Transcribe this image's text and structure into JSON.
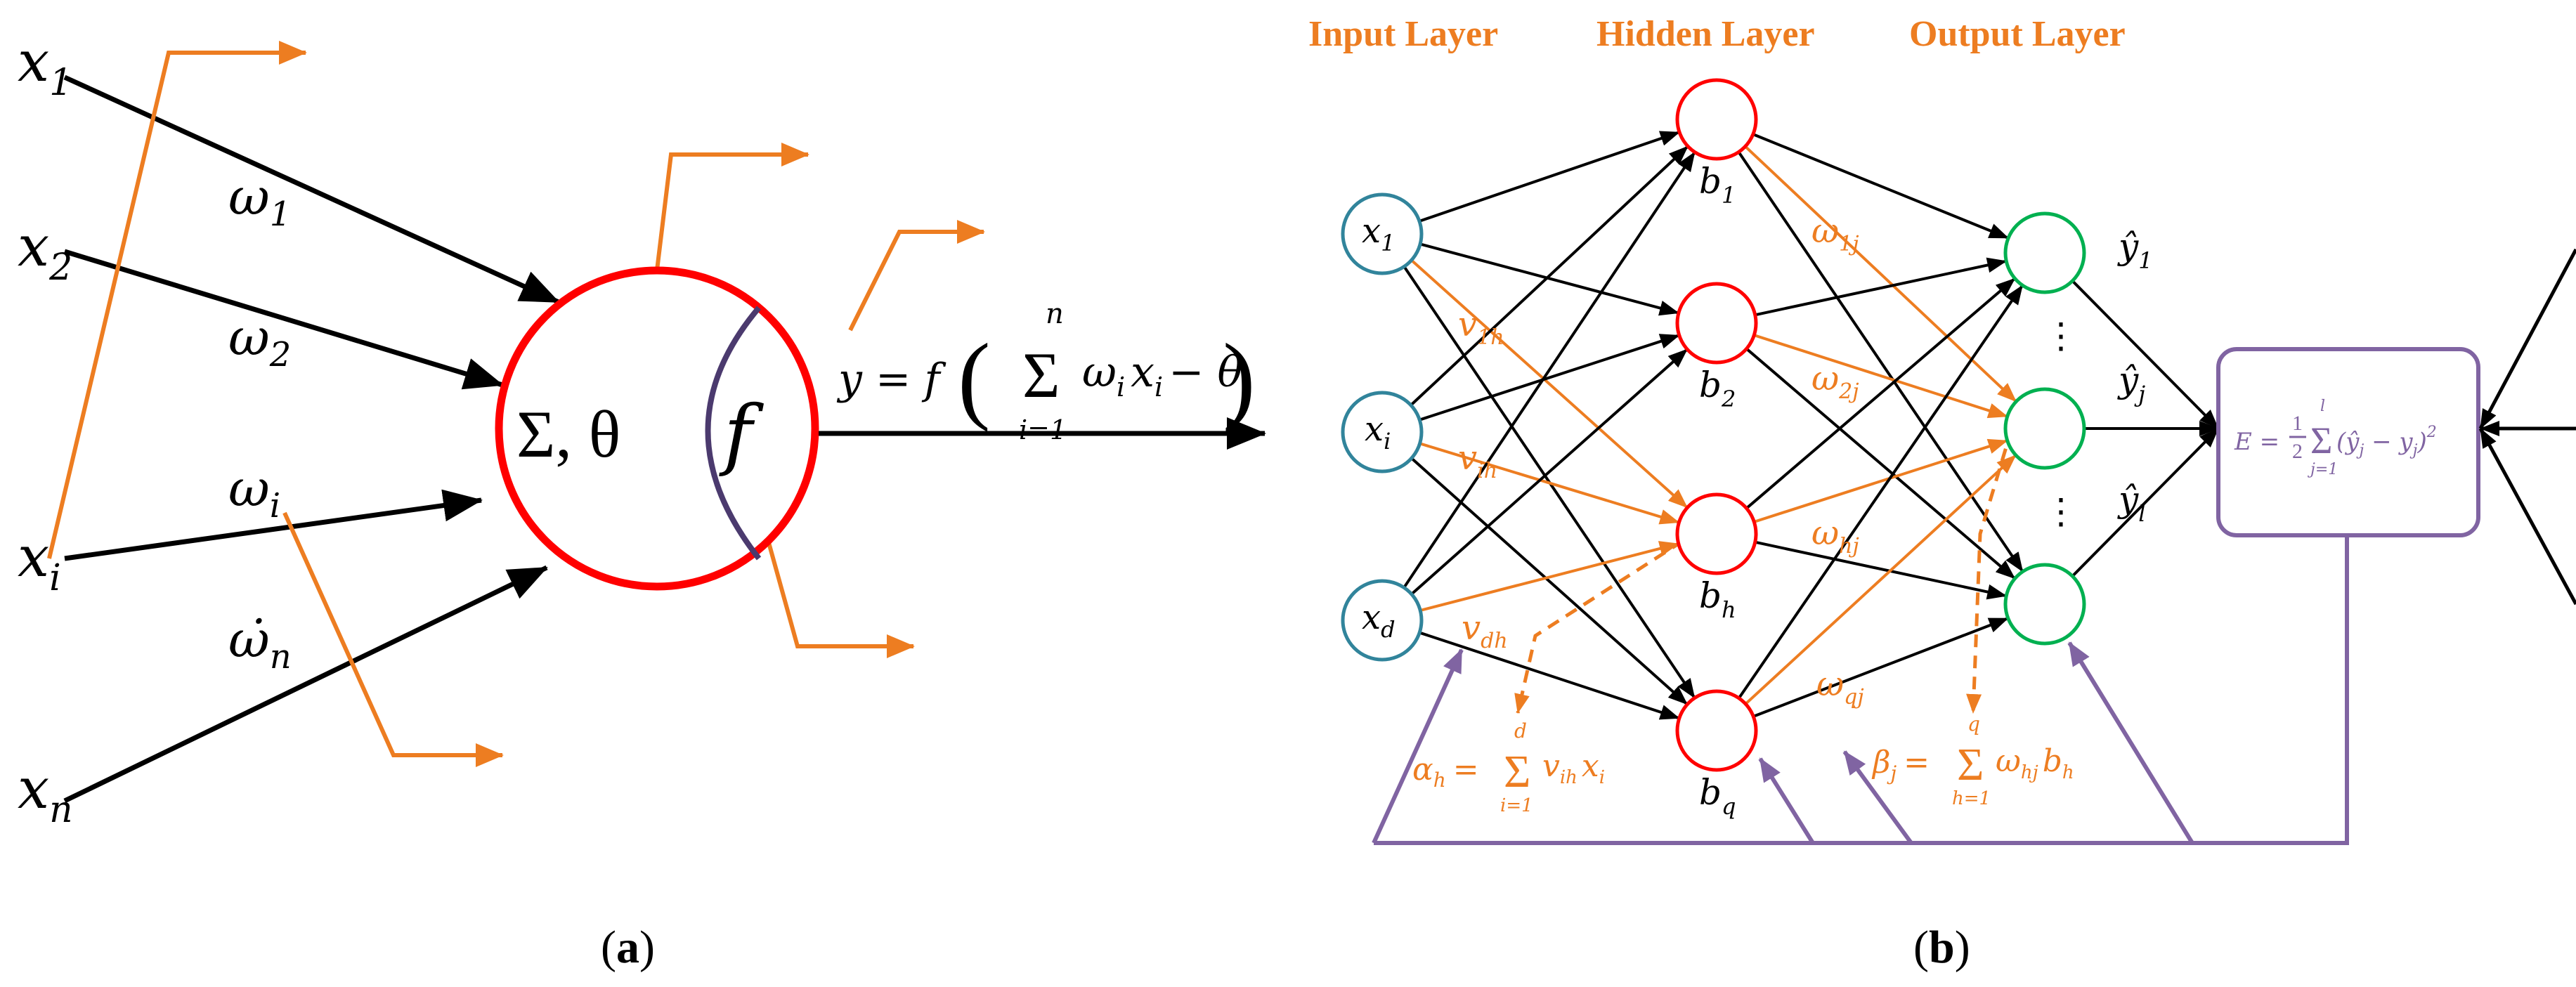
{
  "colors": {
    "orange": "#ED7D21",
    "red": "#FF0000",
    "purple": "#8064A2",
    "dark_purple": "#4B3A6E",
    "teal": "#31849B",
    "green": "#00B050",
    "black": "#000000"
  },
  "panel_a": {
    "caption": "(a)",
    "inputs": {
      "x1": {
        "base": "x",
        "sub": "1"
      },
      "x2": {
        "base": "x",
        "sub": "2"
      },
      "xi": {
        "base": "x",
        "sub": "i"
      },
      "xn": {
        "base": "x",
        "sub": "n"
      }
    },
    "weights": {
      "w1": {
        "base": "ω",
        "sub": "1"
      },
      "w2": {
        "base": "ω",
        "sub": "2"
      },
      "wi": {
        "base": "ω",
        "sub": "i"
      },
      "wn": {
        "base": "ω̇",
        "sub": "n"
      }
    },
    "neuron_sum": "Σ, θ",
    "neuron_f": "f",
    "output_lhs": "y = f",
    "output_sum_upper": "n",
    "output_sum_symbol": "Σ",
    "output_sum_lower": "i=1",
    "output_term_w": "ω",
    "output_term_w_sub": "i",
    "output_term_x": "x",
    "output_term_x_sub": "i",
    "output_minus_theta": "− θ"
  },
  "panel_b": {
    "caption": "(b)",
    "layer_titles": {
      "input": "Input Layer",
      "hidden": "Hidden Layer",
      "output": "Output Layer"
    },
    "input_nodes": [
      {
        "base": "x",
        "sub": "1"
      },
      {
        "base": "x",
        "sub": "i"
      },
      {
        "base": "x",
        "sub": "d"
      }
    ],
    "hidden_nodes": [
      {
        "base": "b",
        "sub": "1"
      },
      {
        "base": "b",
        "sub": "2"
      },
      {
        "base": "b",
        "sub": "h"
      },
      {
        "base": "b",
        "sub": "q"
      }
    ],
    "output_nodes": [
      {
        "base": "ŷ",
        "sub": "1"
      },
      {
        "base": "ŷ",
        "sub": "j"
      },
      {
        "base": "ŷ",
        "sub": "l"
      }
    ],
    "ellipsis": "⋮",
    "input_weights": [
      {
        "base": "v",
        "sub": "1h"
      },
      {
        "base": "v",
        "sub": "ih"
      },
      {
        "base": "v",
        "sub": "dh"
      }
    ],
    "hidden_weights": [
      {
        "base": "ω",
        "sub": "1j"
      },
      {
        "base": "ω",
        "sub": "2j"
      },
      {
        "base": "ω",
        "sub": "hj"
      },
      {
        "base": "ω",
        "sub": "qj"
      }
    ],
    "alpha_formula": {
      "lhs_base": "α",
      "lhs_sub": "h",
      "eq": "=",
      "sum": "Σ",
      "upper": "d",
      "lower": "i=1",
      "term": "v",
      "term_sub": "ih",
      "term2": "x",
      "term2_sub": "i"
    },
    "beta_formula": {
      "lhs_base": "β",
      "lhs_sub": "j",
      "eq": "=",
      "sum": "Σ",
      "upper": "q",
      "lower": "h=1",
      "term": "ω",
      "term_sub": "hj",
      "term2": "b",
      "term2_sub": "h"
    },
    "error_formula": {
      "lhs": "E =",
      "frac_num": "1",
      "frac_den": "2",
      "sum": "Σ",
      "upper": "l",
      "lower": "j=1",
      "body": "(ŷ",
      "body_sub": "j",
      "minus": " − y",
      "minus_sub": "j",
      "close": ")",
      "power": "2"
    }
  }
}
